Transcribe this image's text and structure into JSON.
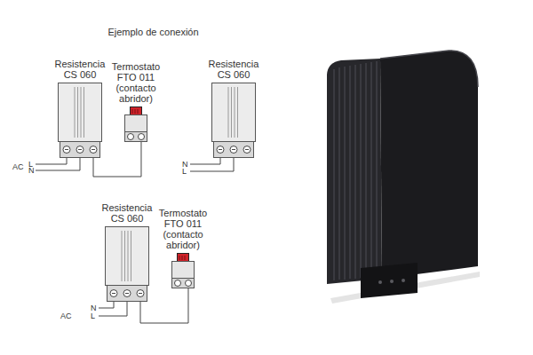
{
  "diagram": {
    "title": "Ejemplo de conexión",
    "nodes": [
      {
        "text": [
          "Resistencia CS 060"
        ]
      },
      {
        "text": [
          "Termostato FTO 011 (contacto abridor)"
        ]
      },
      {
        "text": [
          "Resistencia CS 060"
        ]
      },
      {
        "text": [
          "Resistencia CS 060"
        ]
      },
      {
        "text": [
          "Termostato FTO 011 (contacto abridor)"
        ]
      }
    ],
    "edges": [
      {
        "from": 0,
        "to": 1,
        "arrow": "none"
      },
      {
        "from": 3,
        "to": 4,
        "arrow": "none"
      }
    ],
    "labels": [
      "AC",
      "L",
      "N",
      "N",
      "L",
      "N",
      "L",
      "AC"
    ]
  }
}
